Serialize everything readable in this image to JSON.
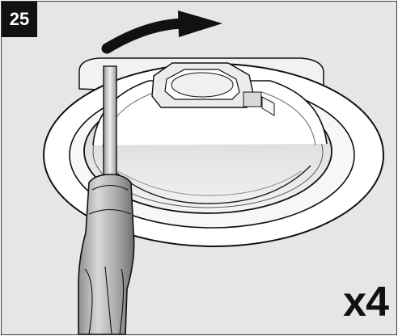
{
  "step": {
    "number": "25"
  },
  "instruction": {
    "quantity": "x4",
    "rotation_direction": "clockwise"
  },
  "icons": {
    "tool": "screwdriver-icon",
    "rotate": "rotate-arrow-icon"
  },
  "colors": {
    "badge_background": "#111111",
    "badge_text": "#ffffff",
    "panel_background": "#e6e6e6",
    "outline": "#111111",
    "fixture_white": "#ffffff",
    "fixture_shadow": "#b9b9b9"
  }
}
